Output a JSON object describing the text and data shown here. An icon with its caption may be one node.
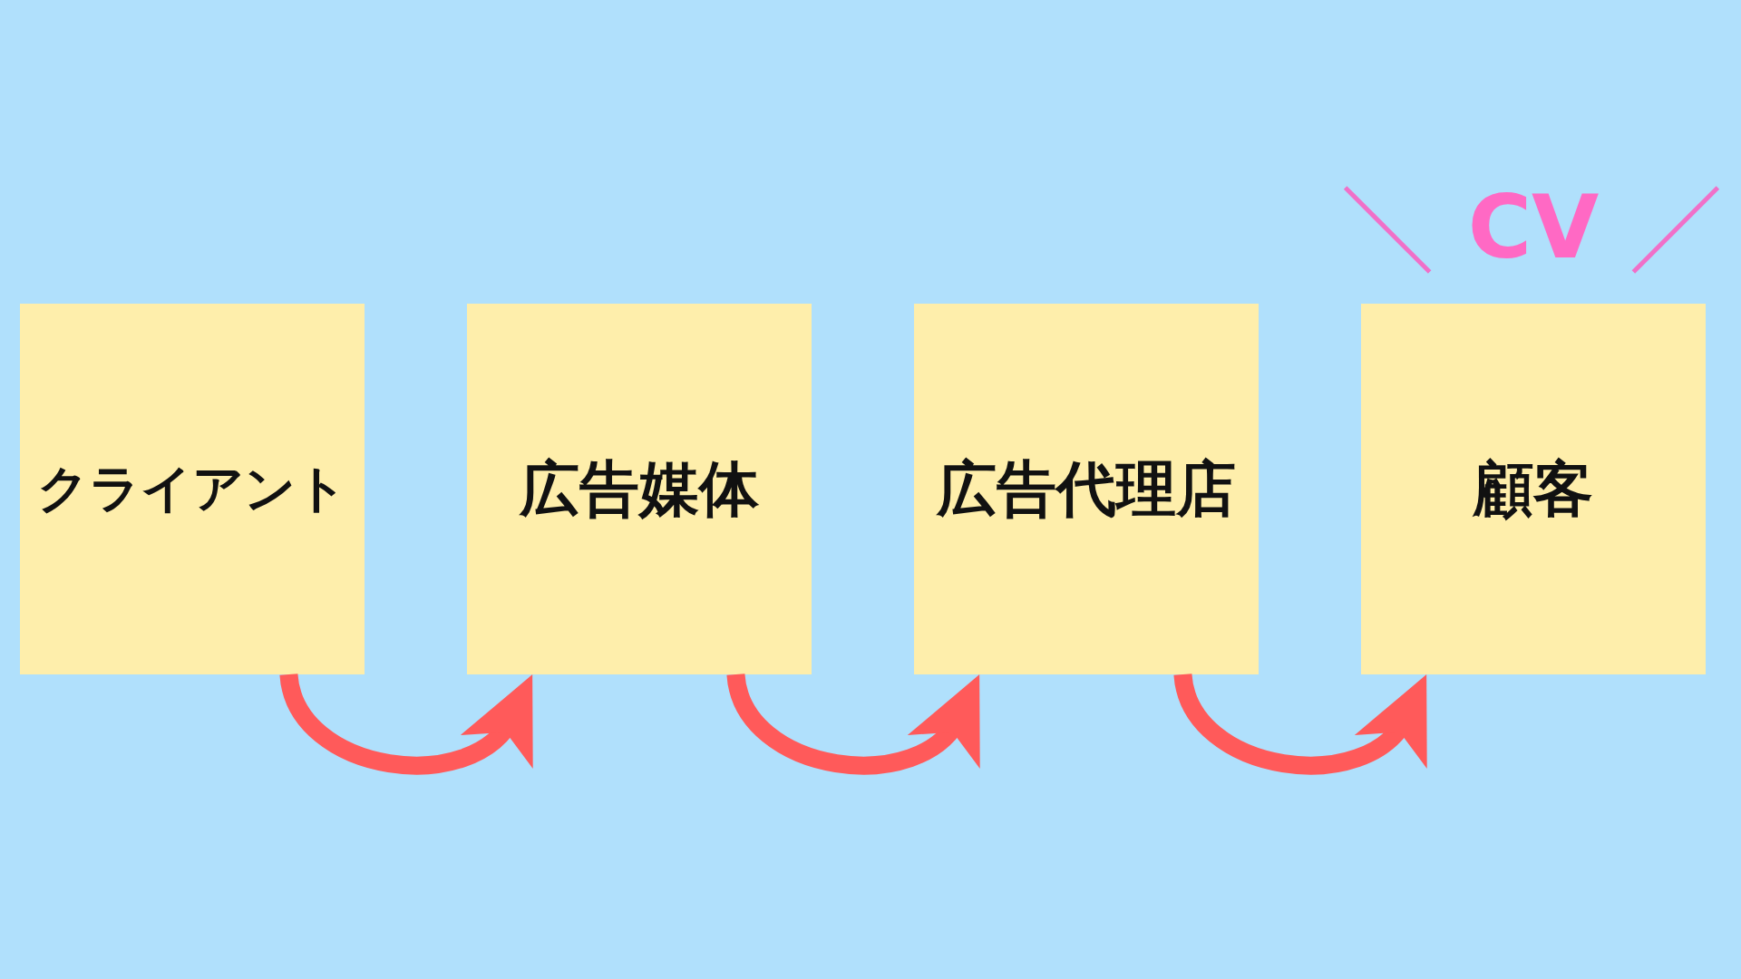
{
  "diagram": {
    "nodes": [
      {
        "text": [
          "クライアント"
        ]
      },
      {
        "text": [
          "広告媒体"
        ]
      },
      {
        "text": [
          "広告代理店"
        ]
      },
      {
        "text": [
          "顧客"
        ],
        "beside": [
          "CV"
        ]
      }
    ],
    "edges": [
      {
        "from": 0,
        "to": 1,
        "arrow": "to"
      },
      {
        "from": 1,
        "to": 2,
        "arrow": "to"
      },
      {
        "from": 2,
        "to": 3,
        "arrow": "to"
      }
    ]
  }
}
